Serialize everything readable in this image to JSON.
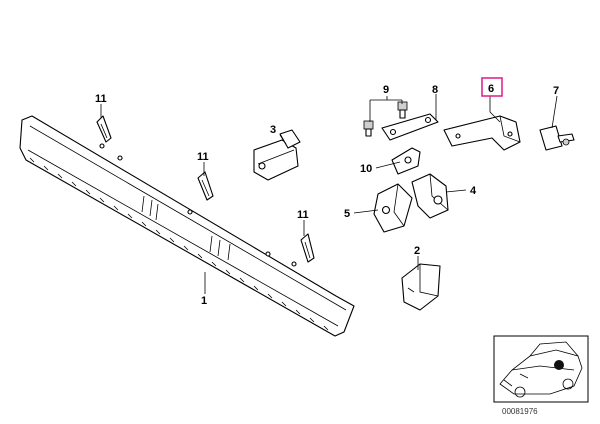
{
  "labels": {
    "p1": "1",
    "p2": "2",
    "p3": "3",
    "p4": "4",
    "p5": "5",
    "p6": "6",
    "p7": "7",
    "p8": "8",
    "p9": "9",
    "p10": "10",
    "p11a": "11",
    "p11b": "11",
    "p11c": "11"
  },
  "highlight": {
    "part": "6",
    "color": "#e0288a"
  },
  "reference": "00081976"
}
